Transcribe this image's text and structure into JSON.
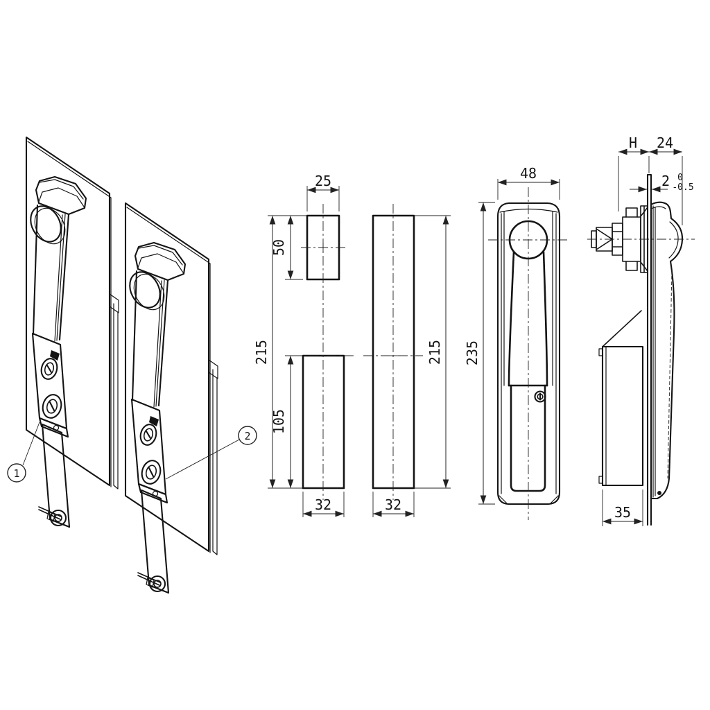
{
  "colors": {
    "line": "#141414",
    "background": "#ffffff"
  },
  "callouts": {
    "item1": "1",
    "item2": "2"
  },
  "cutout_view": {
    "top_width": "25",
    "top_height": "50",
    "overall_height_left": "215",
    "bottom_height": "105",
    "bottom_width": "32",
    "slot_width": "32",
    "overall_height_right": "215"
  },
  "front_view": {
    "width": "48",
    "height": "235"
  },
  "side_view": {
    "handle_grip": "H",
    "protrusion": "24",
    "panel_thickness": "2",
    "panel_thickness_tol_upper": "0",
    "panel_thickness_tol_lower": "-0.5",
    "case_depth": "35"
  }
}
